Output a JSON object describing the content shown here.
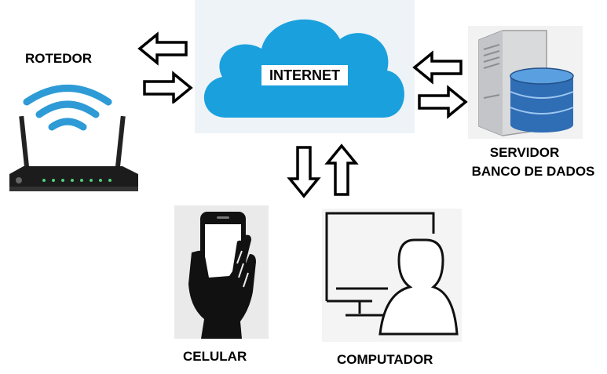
{
  "nodes": {
    "internet": {
      "label": "INTERNET"
    },
    "router": {
      "label": "ROTEDOR"
    },
    "server": {
      "label_line1": "SERVIDOR",
      "label_line2": "BANCO DE DADOS"
    },
    "phone": {
      "label": "CELULAR"
    },
    "computer": {
      "label": "COMPUTADOR"
    }
  },
  "colors": {
    "cloud": "#1aa0dd",
    "cloud_bg": "#eef3f7",
    "router_wifi": "#2e9bd6",
    "router_body": "#1c1c1c",
    "db_cylinder": "#2f6db5",
    "arrow_stroke": "#000000"
  },
  "icons": {
    "internet": "cloud-icon",
    "router": "wifi-router-icon",
    "server": "database-server-icon",
    "phone": "hand-holding-phone-icon",
    "computer": "user-at-monitor-icon"
  }
}
